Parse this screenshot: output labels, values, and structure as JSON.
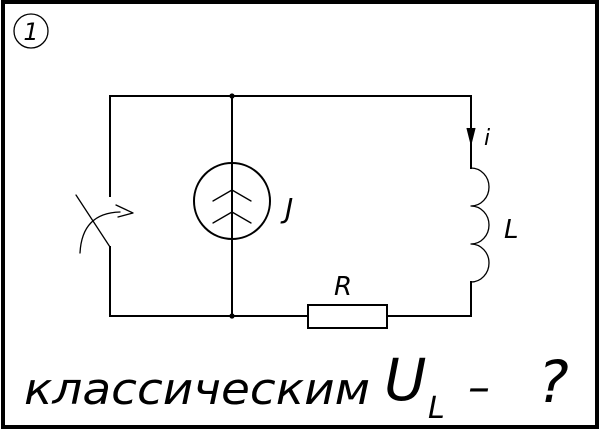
{
  "problem": {
    "number": "1"
  },
  "circuit": {
    "components": {
      "switch": {
        "name": "switch",
        "action": "closing"
      },
      "current_source": {
        "name": "current source",
        "label": "J"
      },
      "inductor": {
        "name": "inductor",
        "label": "L",
        "current_label": "i"
      },
      "resistor": {
        "name": "resistor",
        "label": "R"
      }
    }
  },
  "question": {
    "method_text": "классическим",
    "quantity_main": "U",
    "quantity_subscript": "L",
    "dash": "–",
    "question_mark": "?"
  },
  "colors": {
    "ink": "#000000",
    "paper": "#ffffff"
  }
}
